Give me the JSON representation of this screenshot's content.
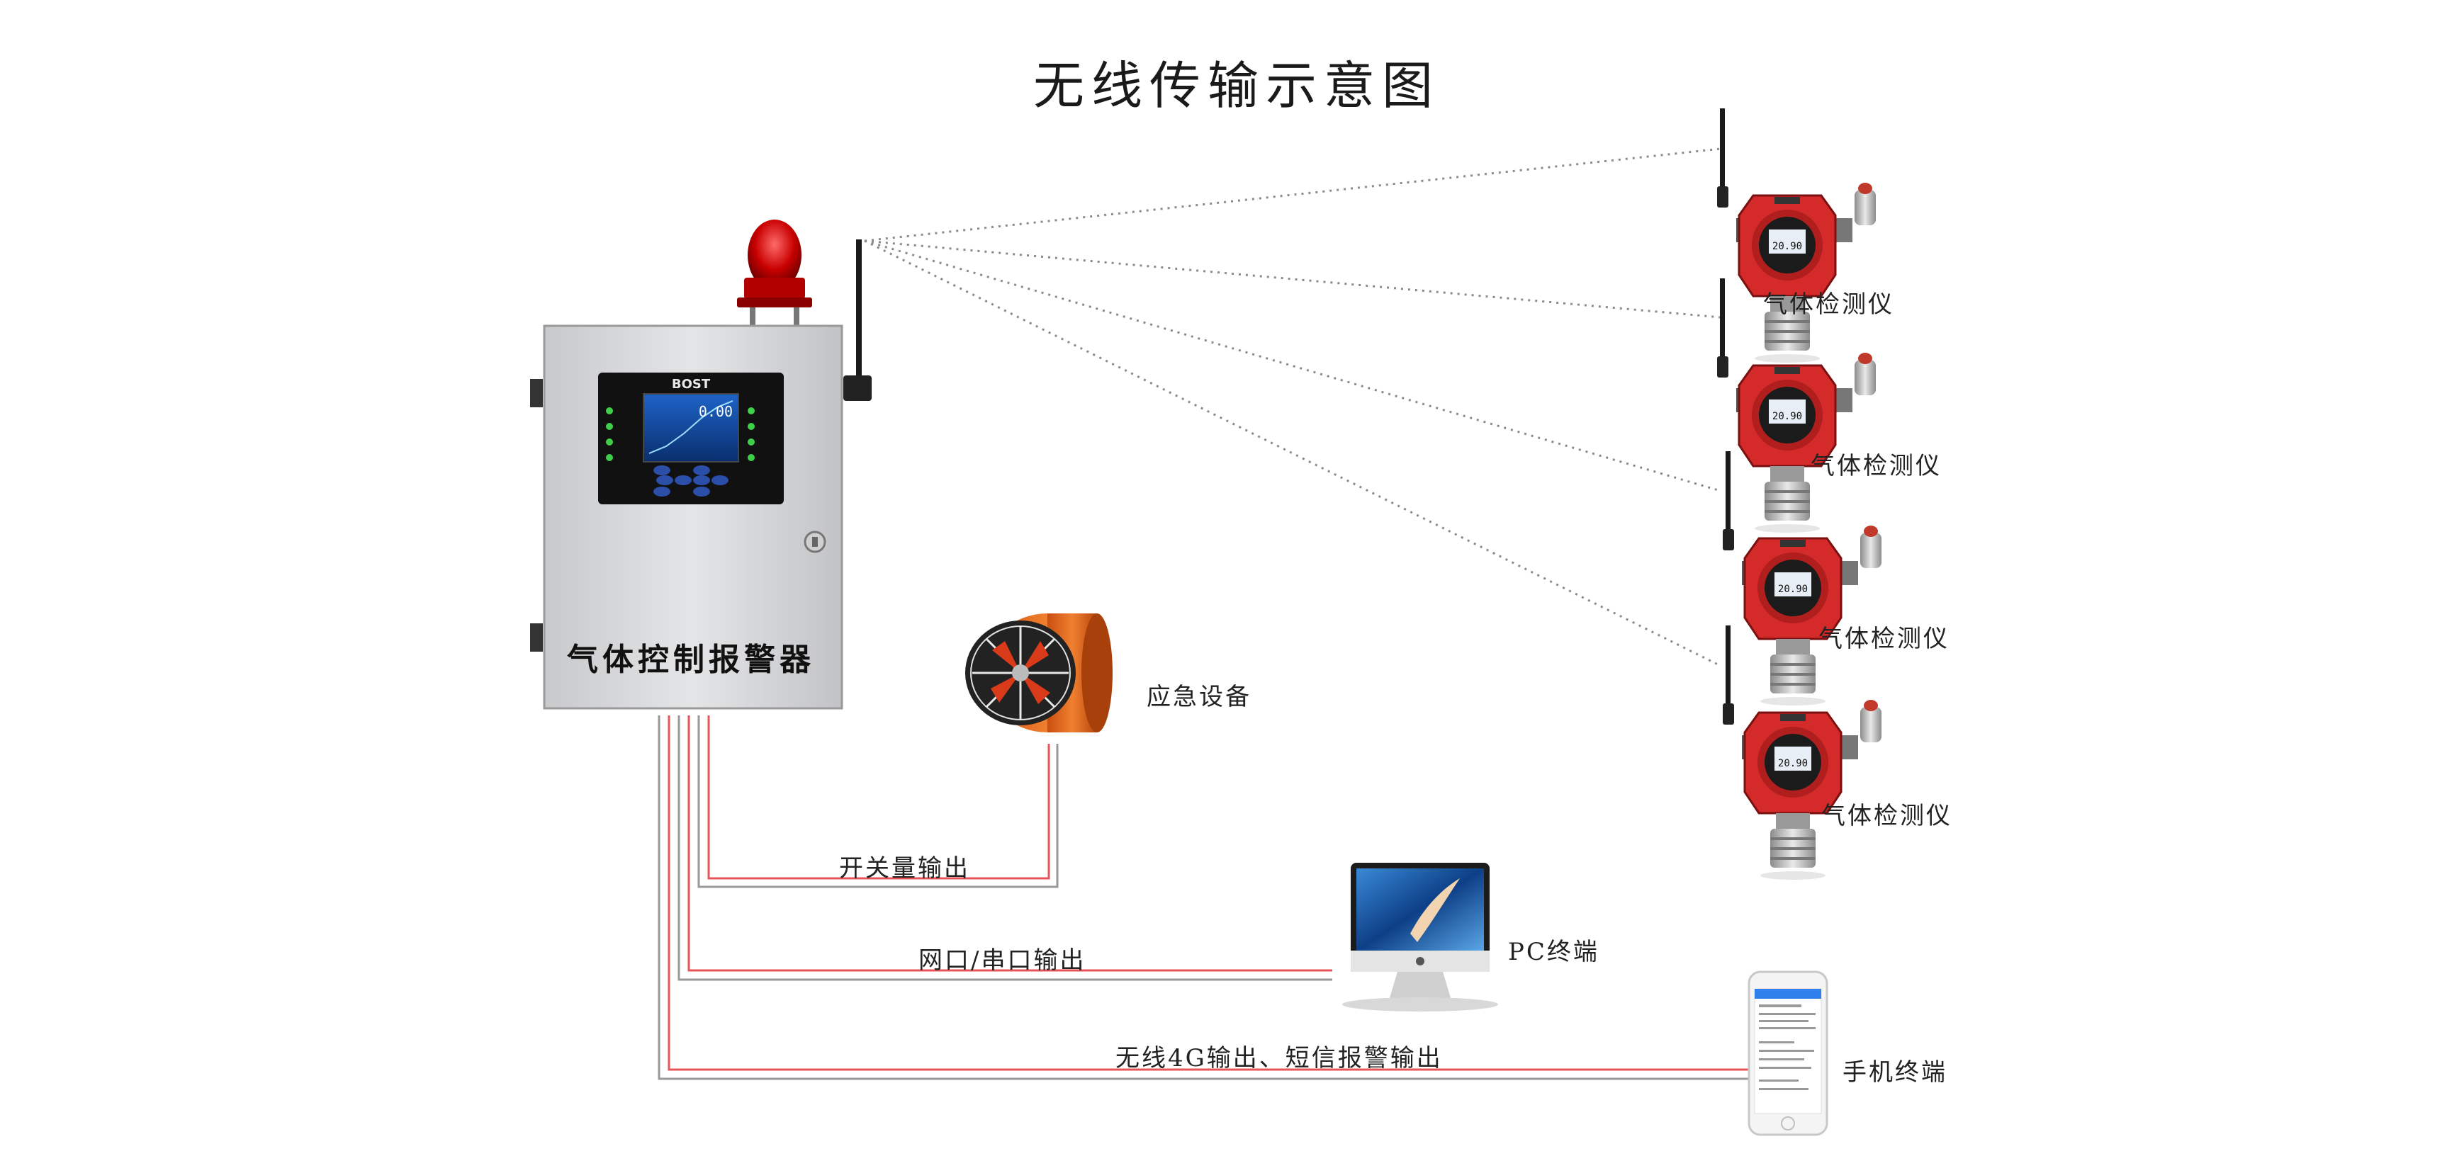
{
  "title": "无线传输示意图",
  "controller": {
    "label": "气体控制报警器",
    "brand": "BOST",
    "screen_value": "0.00"
  },
  "detectors": [
    {
      "label": "气体检测仪",
      "reading": "20.90"
    },
    {
      "label": "气体检测仪",
      "reading": "20.90"
    },
    {
      "label": "气体检测仪",
      "reading": "20.90"
    },
    {
      "label": "气体检测仪",
      "reading": "20.90"
    }
  ],
  "outputs": {
    "fan_label": "应急设备",
    "pc_label": "PC终端",
    "phone_label": "手机终端",
    "switch_output": "开关量输出",
    "network_output": "网口/串口输出",
    "wireless_output": "无线4G输出、短信报警输出"
  },
  "colors": {
    "wire_red": "#e8545a",
    "wire_gray": "#999999",
    "detector_red": "#d42a2a",
    "cabinet": "#d8d9da",
    "fan_orange": "#e86a1a"
  }
}
